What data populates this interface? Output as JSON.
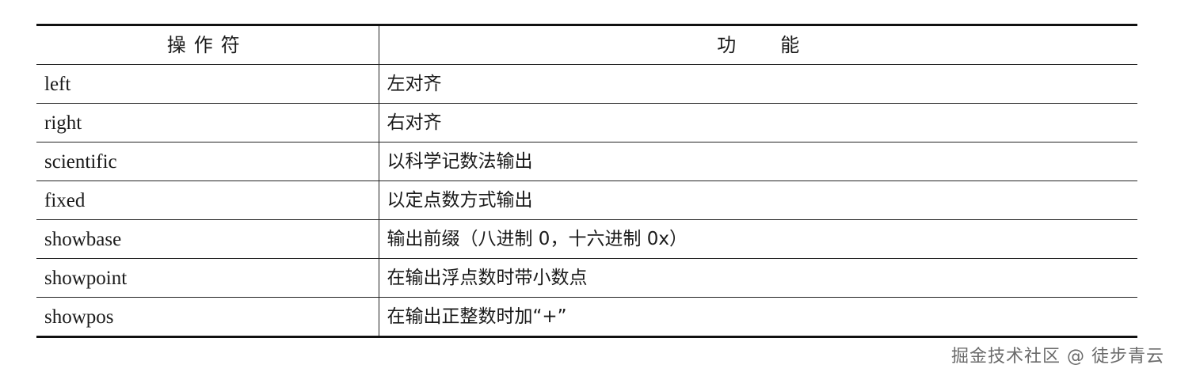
{
  "table": {
    "headers": {
      "operator": "操作符",
      "function": "功能"
    },
    "rows": [
      {
        "operator": "left",
        "function": "左对齐"
      },
      {
        "operator": "right",
        "function": "右对齐"
      },
      {
        "operator": "scientific",
        "function": "以科学记数法输出"
      },
      {
        "operator": "fixed",
        "function": "以定点数方式输出"
      },
      {
        "operator": "showbase",
        "function": "输出前缀（八进制 0，十六进制 0x）"
      },
      {
        "operator": "showpoint",
        "function": "在输出浮点数时带小数点"
      },
      {
        "operator": "showpos",
        "function": "在输出正整数时加“+”"
      }
    ]
  },
  "watermark": "掘金技术社区 @ 徒步青云"
}
